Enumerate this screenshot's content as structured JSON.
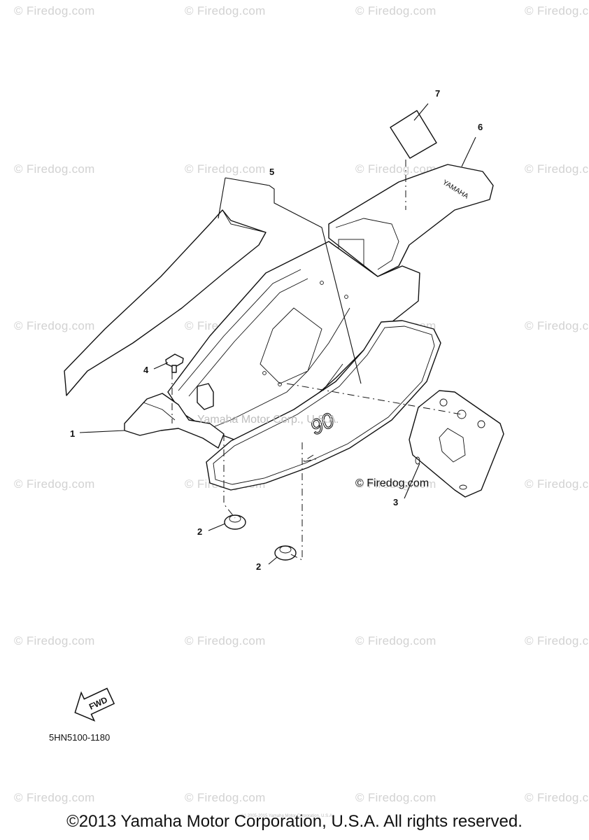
{
  "watermark": "© Firedog.com",
  "callouts": {
    "c1": "1",
    "c2a": "2",
    "c2b": "2",
    "c3": "3",
    "c4": "4",
    "c5": "5",
    "c6": "6",
    "c7": "7"
  },
  "decal_seat": "YAMAHA",
  "decal_cover": "90",
  "center_watermark": "Yamaha Motor Corp., U.S.A.",
  "inline_watermark": "© Firedog.com",
  "fwd_label": "FWD",
  "part_number": "5HN5100-1180",
  "tiny_print": "(c) 2005-2015 Yamaha Motor Corporation, U.S.A.",
  "footer": "©2013 Yamaha Motor Corporation, U.S.A. All rights reserved."
}
